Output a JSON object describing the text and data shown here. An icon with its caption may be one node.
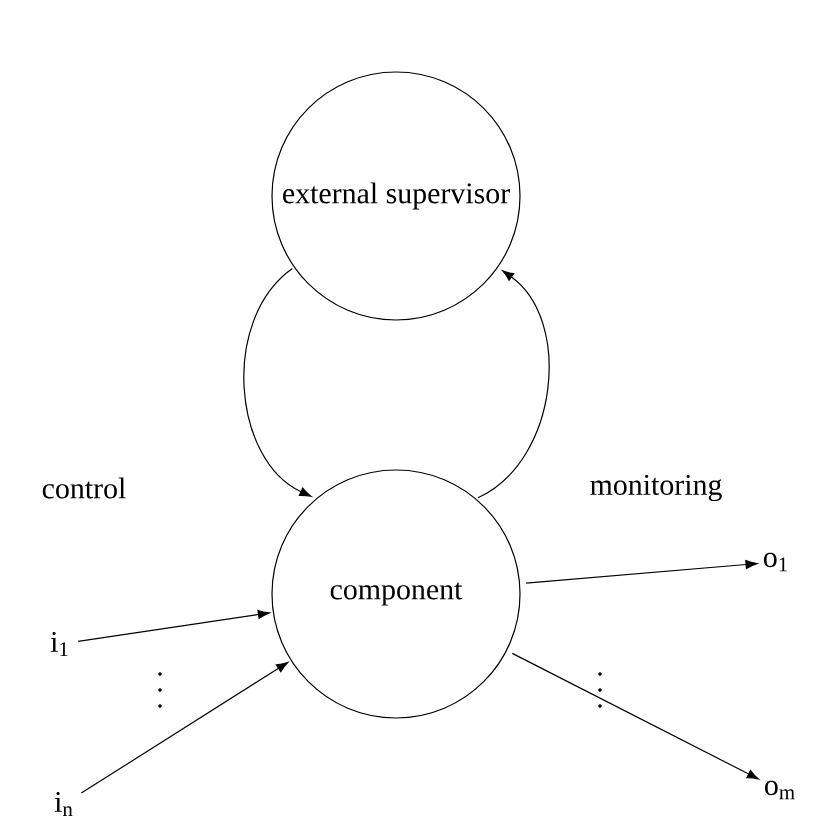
{
  "diagram": {
    "nodes": [
      {
        "text": [
          "external supervisor"
        ]
      },
      {
        "text": [
          "component"
        ]
      },
      {
        "text": [
          "i$_{1}$"
        ]
      },
      {
        "text": [
          "i$_{n}$"
        ]
      },
      {
        "text": [
          "o$_{1}$"
        ]
      },
      {
        "text": [
          "o$_{m}$"
        ]
      }
    ],
    "edges": [
      {
        "from": 0,
        "to": 1,
        "arrow": "to",
        "label": "control"
      },
      {
        "from": 1,
        "to": 0,
        "arrow": "to",
        "label": "monitoring"
      },
      {
        "from": 2,
        "to": 1,
        "arrow": "to"
      },
      {
        "from": 3,
        "to": 1,
        "arrow": "to"
      },
      {
        "from": 1,
        "to": 4,
        "arrow": "to"
      },
      {
        "from": 1,
        "to": 5,
        "arrow": "to"
      }
    ]
  }
}
